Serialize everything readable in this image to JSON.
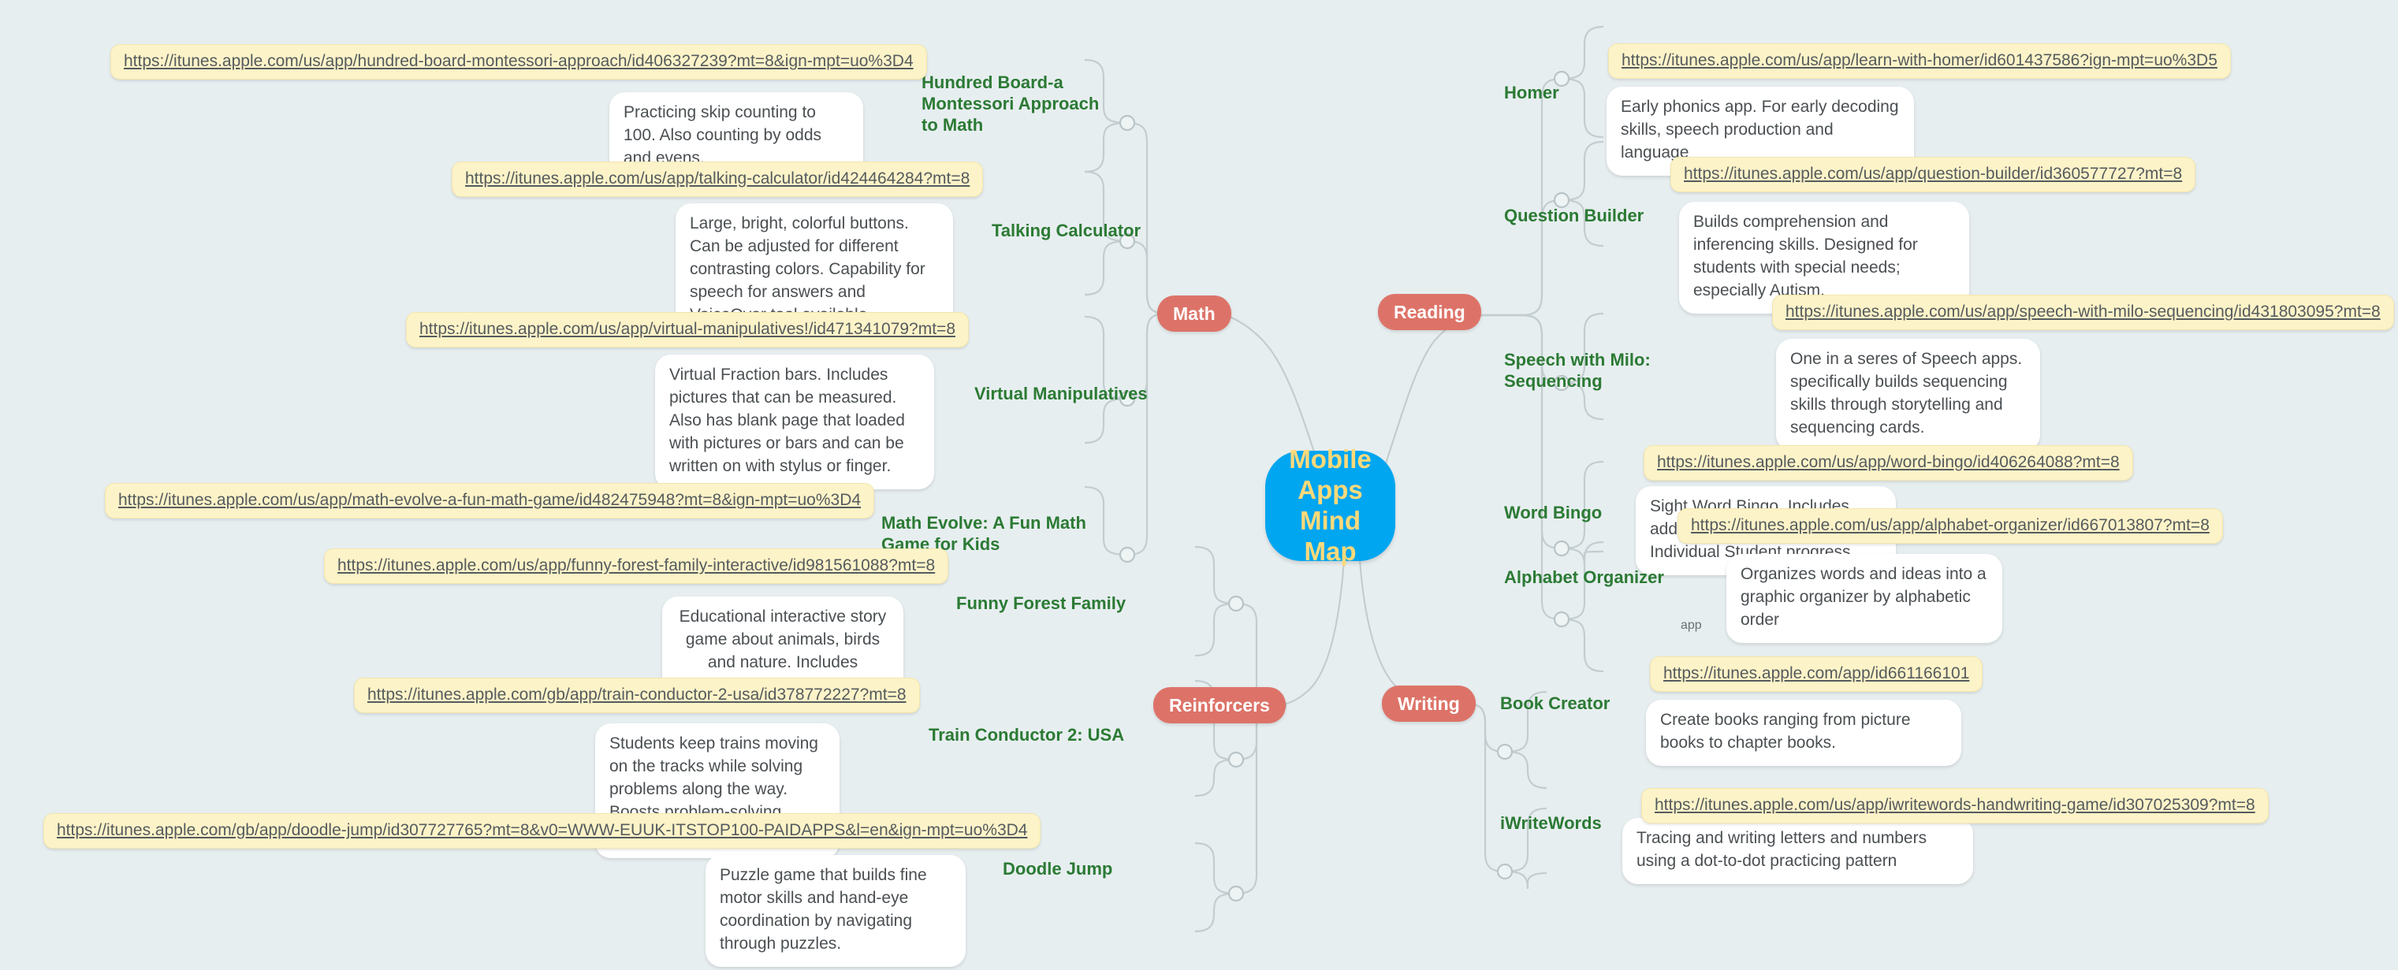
{
  "map": {
    "title": "Mobile Apps Mind Map",
    "background_color": "#e7eef0",
    "central_fill": "#00a6f0",
    "central_text_color": "#ffd97a",
    "category_fill": "#dd7368",
    "app_title_color": "#2b7a34",
    "url_chip_fill": "#fdf3c8",
    "note_fill": "#ffffff"
  },
  "categories": {
    "math": "Math",
    "reading": "Reading",
    "writing": "Writing",
    "reinforcers": "Reinforcers"
  },
  "apps": {
    "hundred_board": {
      "title": "Hundred Board-a Montessori Approach to Math",
      "url": "https://itunes.apple.com/us/app/hundred-board-montessori-approach/id406327239?mt=8&ign-mpt=uo%3D4",
      "note": "Practicing skip counting to 100. Also counting by odds and evens."
    },
    "talking_calculator": {
      "title": "Talking Calculator",
      "url": "https://itunes.apple.com/us/app/talking-calculator/id424464284?mt=8",
      "note": "Large, bright, colorful buttons.  Can be adjusted for different contrasting colors.  Capability for speech for answers and VoiceOver tool available."
    },
    "virtual_manipulatives": {
      "title": "Virtual Manipulatives",
      "url": "https://itunes.apple.com/us/app/virtual-manipulatives!/id471341079?mt=8",
      "note": "Virtual Fraction bars.  Includes pictures that can be measured.  Also has blank page that loaded with pictures or bars and can be written on with stylus or finger."
    },
    "math_evolve": {
      "title": "Math Evolve:  A Fun Math Game for Kids",
      "url": "https://itunes.apple.com/us/app/math-evolve-a-fun-math-game/id482475948?mt=8&ign-mpt=uo%3D4"
    },
    "funny_forest": {
      "title": "Funny Forest Family",
      "url": "https://itunes.apple.com/us/app/funny-forest-family-interactive/id981561088?mt=8",
      "note": "Educational interactive story game about animals, birds and nature.  Includes activities to build logic."
    },
    "train_conductor": {
      "title": "Train Conductor 2:  USA",
      "url": "https://itunes.apple.com/gb/app/train-conductor-2-usa/id378772227?mt=8",
      "note": "Students keep trains moving on the tracks while solving problems along the way.  Boosts problem-solving skills."
    },
    "doodle_jump": {
      "title": "Doodle Jump",
      "url": "https://itunes.apple.com/gb/app/doodle-jump/id307727765?mt=8&v0=WWW-EUUK-ITSTOP100-PAIDAPPS&l=en&ign-mpt=uo%3D4",
      "note": "Puzzle game that builds fine motor skills and hand-eye coordination by navigating through puzzles."
    },
    "homer": {
      "title": "Homer",
      "url": "https://itunes.apple.com/us/app/learn-with-homer/id601437586?ign-mpt=uo%3D5",
      "note": "Early phonics app.  For early decoding skills, speech production and language"
    },
    "question_builder": {
      "title": "Question Builder",
      "url": "https://itunes.apple.com/us/app/question-builder/id360577727?mt=8",
      "note": "Builds comprehension and inferencing skills.  Designed for students with special needs; especially Autism."
    },
    "speech_with_milo": {
      "title": "Speech with Milo:  Sequencing",
      "url": "https://itunes.apple.com/us/app/speech-with-milo-sequencing/id431803095?mt=8",
      "note": "One in a seres of Speech apps.  specifically builds sequencing skills through storytelling and sequencing cards."
    },
    "word_bingo": {
      "title": "Word Bingo",
      "url": "https://itunes.apple.com/us/app/word-bingo/id406264088?mt=8",
      "note": "Sight Word Bingo. Includes additional games identification.  Individual Student progress",
      "extra_text": "app"
    },
    "alphabet_organizer": {
      "title": "Alphabet Organizer",
      "url": "https://itunes.apple.com/us/app/alphabet-organizer/id667013807?mt=8",
      "note": "Organizes words and ideas into a graphic organizer by alphabetic order"
    },
    "book_creator": {
      "title": "Book Creator",
      "url": "https://itunes.apple.com/app/id661166101",
      "note": "Create books ranging from picture books to chapter books."
    },
    "iwritewords": {
      "title": "iWriteWords",
      "url": "https://itunes.apple.com/us/app/iwritewords-handwriting-game/id307025309?mt=8",
      "note": "Tracing and writing letters and numbers using a dot-to-dot practicing pattern"
    }
  }
}
